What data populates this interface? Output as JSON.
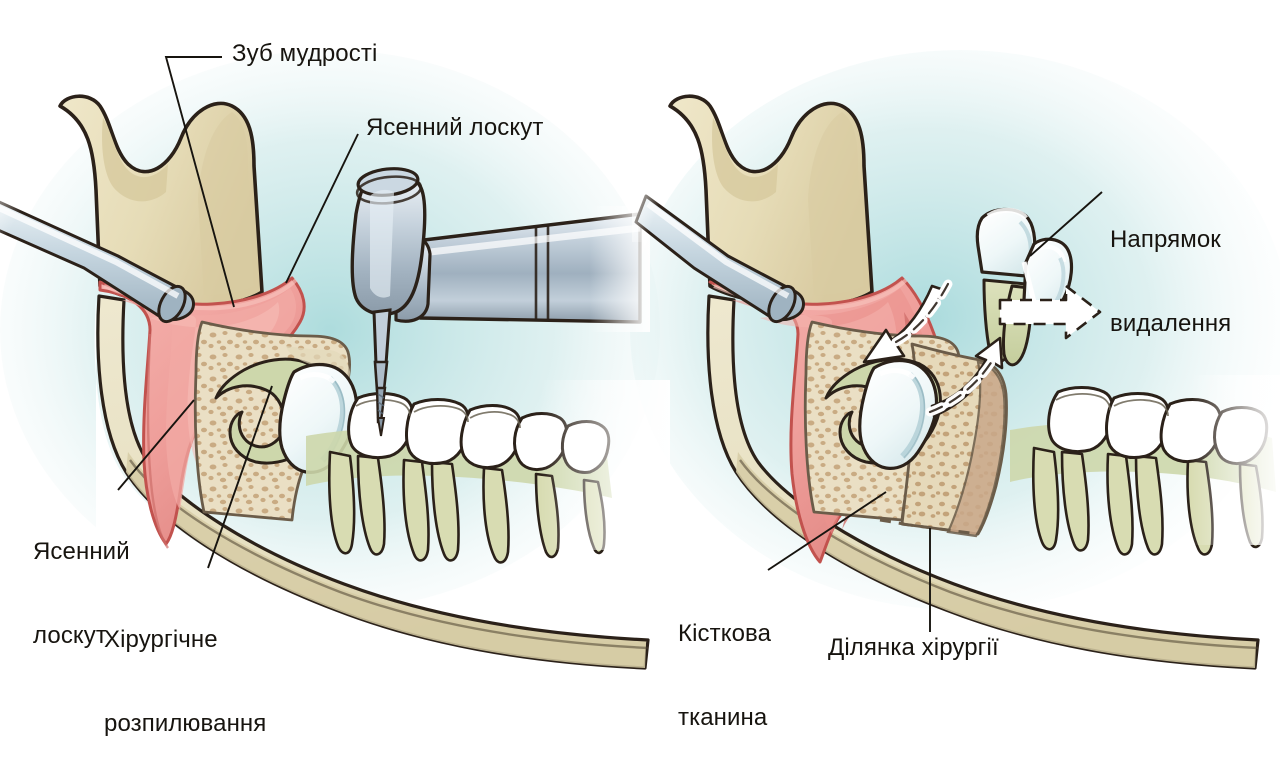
{
  "illustration": {
    "subject": "Wisdom tooth surgical removal — two-stage dental illustration",
    "language": "Ukrainian",
    "background_color": "#ffffff",
    "background_glow_color": "#bfe3e4"
  },
  "palette": {
    "outline": "#2b2119",
    "outline_soft": "#6b5c49",
    "ramus_bone": "#e6dcb7",
    "ramus_bone_shade": "#d9cca2",
    "jaw_body": "#e9e3c6",
    "jaw_body_lower": "#d9d0ac",
    "gum_flap": "#ef9f9b",
    "gum_flap_shade": "#e4837f",
    "gum_flap_dark": "#cf6f6b",
    "gum_line": "#d4615c",
    "cancellous_bone": "#e8dcc0",
    "cancellous_speck": "#c9ab83",
    "tooth_crown": "#ffffff",
    "tooth_crown_blue": "#e2f0f2",
    "tooth_root_green": "#cfd6ab",
    "gum_green": "#cdd7ab",
    "drill_metal": "#b9c6d1",
    "drill_metal_dark": "#8c9aa8",
    "suction_tube": "#c3d4df",
    "surgical_site_tan": "#c9a88a",
    "arrow_white": "#ffffff"
  },
  "panels": [
    {
      "id": "left",
      "name": "Surgical sectioning stage",
      "labels": [
        {
          "id": "wisdom-tooth",
          "text": "Зуб мудрості"
        },
        {
          "id": "gum-flap-top",
          "text": "Ясенний лоскут"
        },
        {
          "id": "gum-flap-left",
          "line1": "Ясенний",
          "line2": "лоскут"
        },
        {
          "id": "surgical-cut",
          "line1": "Хірургічне",
          "line2": "розпилювання"
        }
      ],
      "objects": [
        "mandible-ramus",
        "gum-flap",
        "cancellous-bone",
        "impacted-wisdom-tooth",
        "molar-row",
        "dental-drill-handpiece",
        "suction-tube"
      ]
    },
    {
      "id": "right",
      "name": "Extraction stage",
      "labels": [
        {
          "id": "removal-direction",
          "line1": "Напрямок",
          "line2": "видалення"
        },
        {
          "id": "bone-tissue",
          "line1": "Кісткова",
          "line2": "тканина"
        },
        {
          "id": "surgery-area",
          "text": "Ділянка хірургії"
        }
      ],
      "objects": [
        "mandible-ramus",
        "gum-flap",
        "cancellous-bone",
        "impacted-wisdom-tooth",
        "sectioned-tooth-fragments",
        "molar-row",
        "suction-tube",
        "curved-arrow-down",
        "curved-arrow-up",
        "dashed-extraction-arrow",
        "surgical-site-outline"
      ]
    }
  ]
}
